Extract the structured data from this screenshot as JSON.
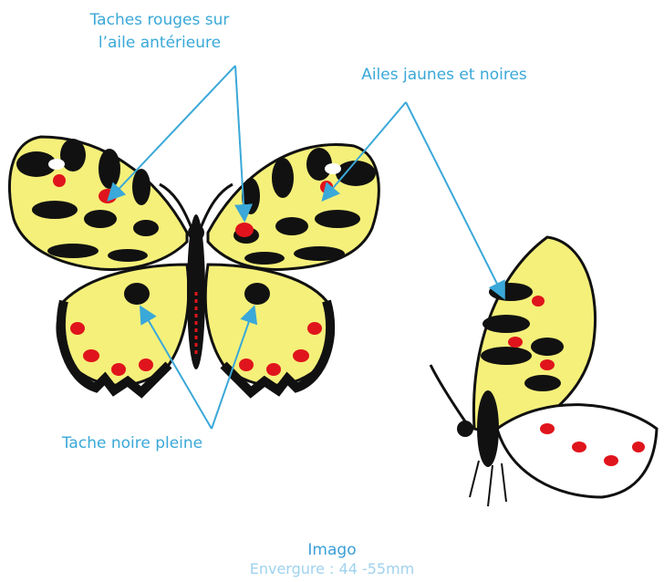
{
  "annotations": {
    "red_spots_line1": "Taches rouges sur",
    "red_spots_line2": "l’aile antérieure",
    "wings": "Ailes jaunes et noires",
    "black_spot": "Tache noire pleine"
  },
  "caption": {
    "title": "Imago",
    "wingspan": "Envergure : 44  -55mm"
  },
  "colors": {
    "yellow": "#f5f07a",
    "black": "#111111",
    "red": "#e0141c",
    "annotation": "#3aa8d8",
    "caption_title": "#3a9fd6",
    "caption_sub": "#9fd2ee"
  }
}
